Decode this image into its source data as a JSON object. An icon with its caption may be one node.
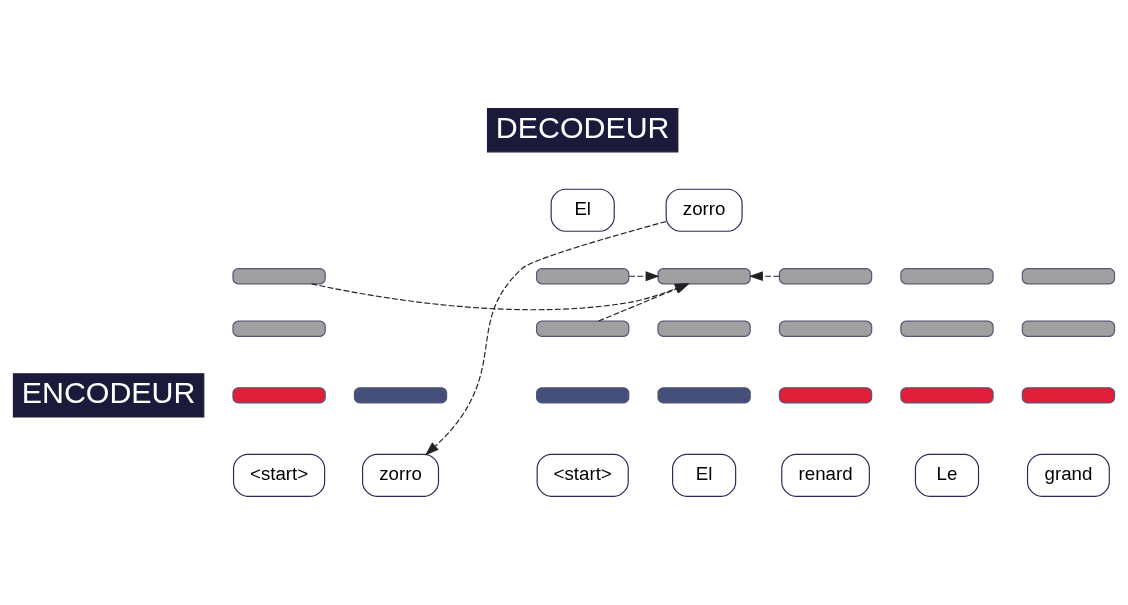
{
  "diagram": {
    "nodes": [
      {
        "text": [
          "ENCODEUR"
        ]
      },
      {
        "text": [
          "<start>"
        ]
      },
      {
        "text": [
          "Le"
        ]
      },
      {
        "text": [
          "grand"
        ]
      },
      {
        "text": [
          "renard"
        ]
      },
      {
        "text": [],
        "shape": "bar"
      },
      {
        "text": [],
        "shape": "bar"
      },
      {
        "text": [],
        "shape": "bar"
      },
      {
        "text": [],
        "shape": "bar"
      },
      {
        "text": [],
        "shape": "bar"
      },
      {
        "text": [],
        "shape": "bar"
      },
      {
        "text": [],
        "shape": "bar"
      },
      {
        "text": [],
        "shape": "bar"
      },
      {
        "text": [],
        "shape": "bar"
      },
      {
        "text": [],
        "shape": "bar"
      },
      {
        "text": [],
        "shape": "bar"
      },
      {
        "text": [],
        "shape": "bar"
      },
      {
        "text": [
          "DECODEUR"
        ]
      },
      {
        "text": [
          "<start>"
        ]
      },
      {
        "text": [
          "El"
        ]
      },
      {
        "text": [
          "zorro"
        ]
      },
      {
        "text": [],
        "shape": "bar"
      },
      {
        "text": [],
        "shape": "bar"
      },
      {
        "text": [],
        "shape": "bar"
      },
      {
        "text": [],
        "shape": "bar"
      },
      {
        "text": [],
        "shape": "bar"
      },
      {
        "text": [],
        "shape": "bar"
      },
      {
        "text": [],
        "shape": "bar"
      },
      {
        "text": [
          "El"
        ]
      },
      {
        "text": [
          "zorro"
        ]
      }
    ],
    "edges": [
      {
        "from": 13,
        "to": 27,
        "arrow": "to",
        "style": "dashed"
      },
      {
        "from": 16,
        "to": 27,
        "arrow": "to",
        "style": "dashed"
      },
      {
        "from": 24,
        "to": 27,
        "arrow": "to",
        "style": "dashed"
      },
      {
        "from": 26,
        "to": 27,
        "arrow": "to",
        "style": "dashed"
      },
      {
        "from": 29,
        "to": 20,
        "arrow": "to",
        "style": "dashed"
      }
    ]
  }
}
